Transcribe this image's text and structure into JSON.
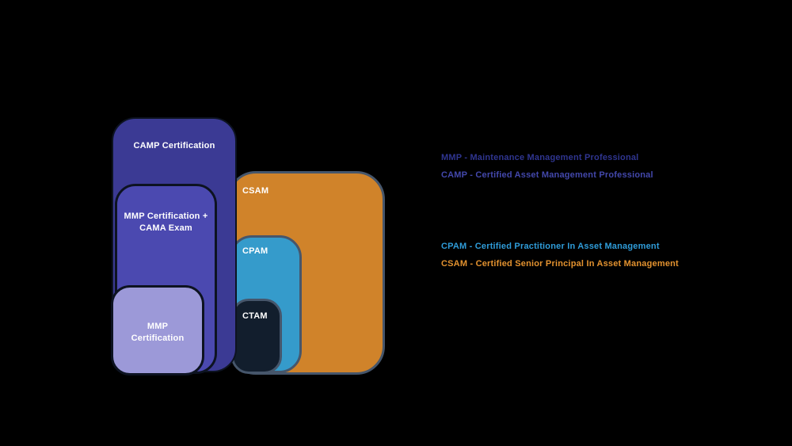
{
  "diagram": {
    "title_hint": "Nested certification pathway diagram",
    "camp": {
      "label": "CAMP Certification"
    },
    "mmp_cama": {
      "lines": [
        "MMP Certification +",
        "CAMA Exam"
      ]
    },
    "mmp": {
      "lines": [
        "MMP",
        "Certification"
      ]
    },
    "csam": {
      "label": "CSAM"
    },
    "cpam": {
      "label": "CPAM"
    },
    "ctam": {
      "label": "CTAM"
    }
  },
  "legend": {
    "items": [
      {
        "id": "mmp",
        "text": "MMP - Maintenance Management Professional"
      },
      {
        "id": "camp",
        "text": "CAMP - Certified Asset Management Professional"
      },
      {
        "id": "cpam",
        "text": "CPAM - Certified Practitioner In Asset Management"
      },
      {
        "id": "csam",
        "text": "CSAM - Certified Senior Principal In Asset Management"
      }
    ]
  },
  "colors": {
    "background": "#000000",
    "camp_fill": "#3B3A94",
    "mmp_cama_fill": "#4B49B0",
    "mmp_fill": "#9C99D8",
    "csam_fill": "#D0832A",
    "cpam_fill": "#359BCB",
    "ctam_fill": "#121E2D",
    "outer_border": "#46566B",
    "inner_border": "#0D1321",
    "label_text": "#FFFFFF",
    "legend_mmp": "#2F3590",
    "legend_camp": "#4348AC",
    "legend_cpam": "#2F9CD9",
    "legend_csam": "#E3922F"
  }
}
